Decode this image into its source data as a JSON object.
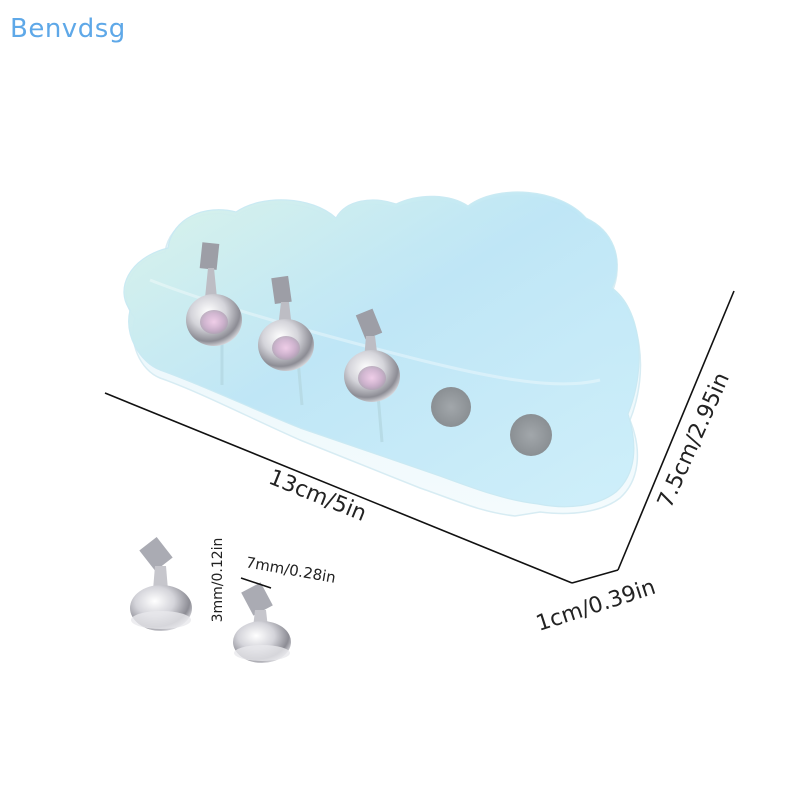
{
  "brand": {
    "watermark": "Benvdsg",
    "color": "#5ea8e8"
  },
  "dimensions": {
    "length": "13cm/5in",
    "width": "7.5cm/2.95in",
    "thickness": "1cm/0.39in",
    "pin_diameter": "7mm/0.28in",
    "pin_height": "3mm/0.12in"
  },
  "product": {
    "holder_count_on_board": 3,
    "loose_holder_count": 2,
    "magnet_dot_count": 2,
    "board_color": "#bfe8f4",
    "metal_color": "#c9c9cf"
  }
}
